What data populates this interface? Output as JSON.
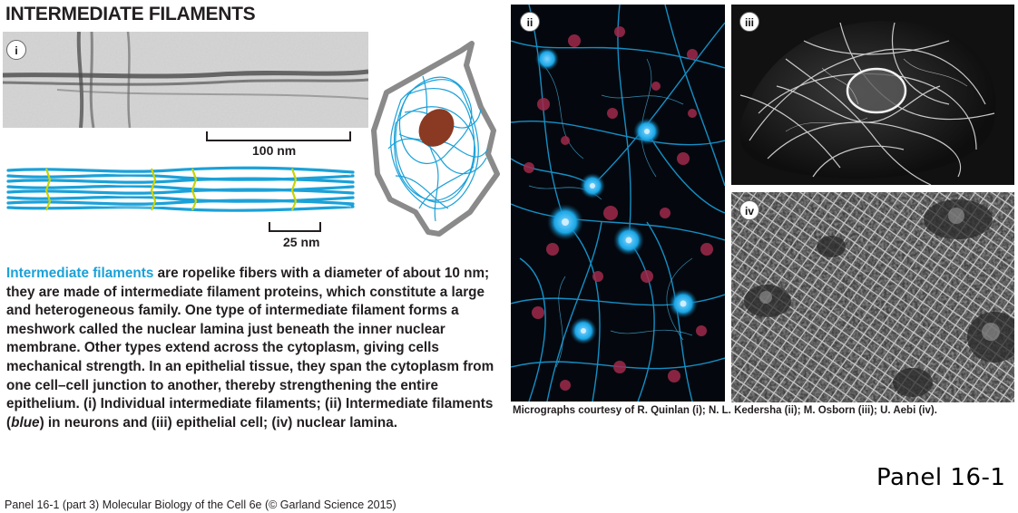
{
  "header": {
    "title": "INTERMEDIATE FILAMENTS"
  },
  "panels": {
    "i": {
      "badge": "i"
    },
    "ii": {
      "badge": "ii"
    },
    "iii": {
      "badge": "iii"
    },
    "iv": {
      "badge": "iv"
    }
  },
  "scale_bars": {
    "micrograph": "100 nm",
    "model": "25 nm"
  },
  "body": {
    "highlight": "Intermediate filaments",
    "text_before_blue": " are ropelike fibers with a diameter of about 10 nm; they are made of intermediate filament proteins, which constitute a large and heterogeneous family. One type of intermediate filament forms a meshwork called the nuclear lamina just beneath the inner nuclear membrane. Other types extend across the cytoplasm, giving cells mechanical strength. In an epithelial tissue, they span the cytoplasm from one cell–cell junction to another, thereby strengthening the entire epithelium. (i) Individual intermediate filaments; (ii) Intermediate filaments (",
    "italic_word": "blue",
    "text_after_blue": ") in neurons and (iii) epithelial cell; (iv) nuclear lamina."
  },
  "caption": "Panel 16-1 (part 3)  Molecular Biology of the Cell 6e (© Garland Science 2015)",
  "credits": "Micrographs courtesy of R. Quinlan (i); N. L. Kedersha (ii); M. Osborn (iii); U. Aebi (iv).",
  "panel_label": "Panel 16-1",
  "colors": {
    "filament_blue": "#1ba1d8",
    "nucleus_brown": "#8a3a22",
    "cell_outline_gray": "#8a8a8a",
    "linker_yellow": "#c8d400",
    "neuron_blue": "#19a6e6",
    "nuclei_red": "#a02a4a"
  }
}
